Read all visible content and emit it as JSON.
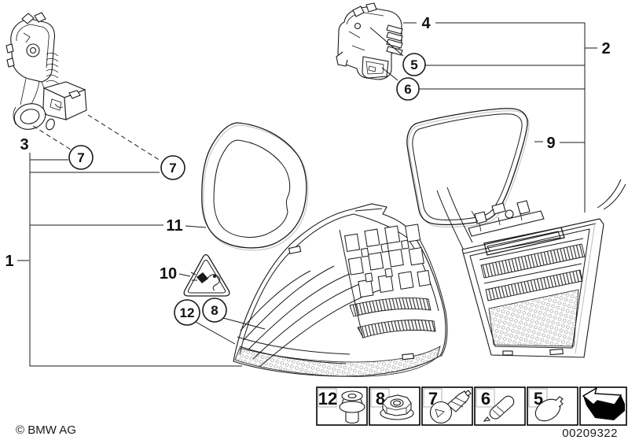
{
  "meta": {
    "background_color": "#ffffff",
    "line_color": "#1a1a1a",
    "description_names": [
      "rear-light-bulb-carrier-left",
      "inner-bulb-carrier",
      "gasket",
      "seal",
      "rear-light-outer",
      "rear-light-inner-trunk-lid",
      "warning-triangle-sticker"
    ]
  },
  "callouts": {
    "n1": "1",
    "n2": "2",
    "n3": "3",
    "n4": "4",
    "n5": "5",
    "n6": "6",
    "n7": "7",
    "n8": "8",
    "n9": "9",
    "n10": "10",
    "n11": "11",
    "n12": "12"
  },
  "legend": {
    "items": [
      {
        "number": "12",
        "icon": "grommet-plug-icon"
      },
      {
        "number": "8",
        "icon": "flange-nut-icon"
      },
      {
        "number": "7",
        "icon": "bulb-with-socket-icon"
      },
      {
        "number": "6",
        "icon": "festoon-bulb-icon"
      },
      {
        "number": "5",
        "icon": "glass-wedge-bulb-icon"
      },
      {
        "number": "",
        "icon": "replacement-direction-arrow-icon"
      }
    ]
  },
  "footer": {
    "copyright": "© BMW AG",
    "document_number": "00209322"
  }
}
